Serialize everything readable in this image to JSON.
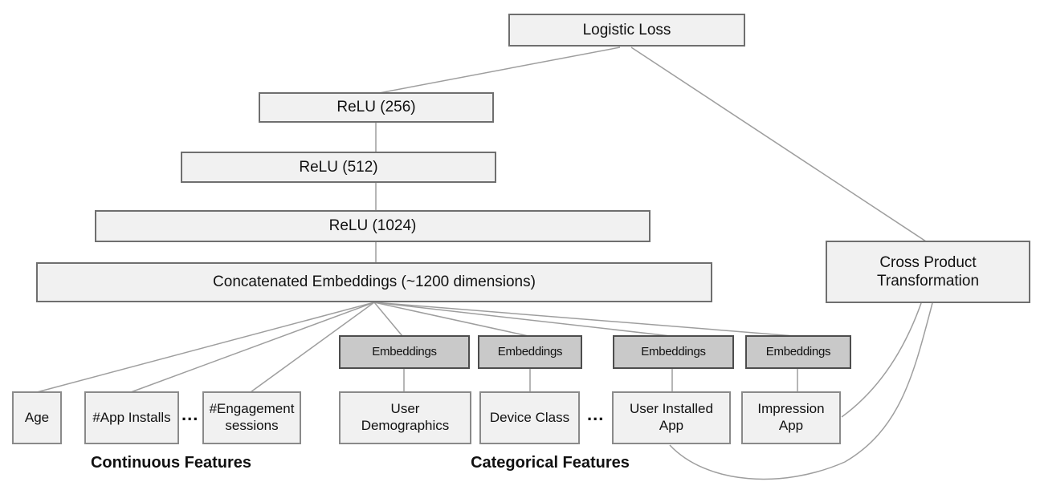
{
  "deep_stack": {
    "logistic_loss": "Logistic Loss",
    "relu_256": "ReLU (256)",
    "relu_512": "ReLU (512)",
    "relu_1024": "ReLU (1024)",
    "concatenated_embeddings": "Concatenated Embeddings (~1200 dimensions)"
  },
  "wide_component": {
    "cross_product": "Cross Product Transformation"
  },
  "embedding_boxes": [
    {
      "label": "Embeddings"
    },
    {
      "label": "Embeddings"
    },
    {
      "label": "Embeddings"
    },
    {
      "label": "Embeddings"
    }
  ],
  "continuous_features": [
    {
      "label": "Age"
    },
    {
      "label": "#App Installs"
    },
    {
      "label": "#Engagement sessions"
    }
  ],
  "categorical_features": [
    {
      "label": "User Demographics"
    },
    {
      "label": "Device Class"
    },
    {
      "label": "User Installed App"
    },
    {
      "label": "Impression App"
    }
  ],
  "ellipsis": {
    "continuous": "...",
    "categorical": "..."
  },
  "group_labels": {
    "continuous": "Continuous Features",
    "categorical": "Categorical Features"
  },
  "colors": {
    "box_fill": "#f1f1f1",
    "box_border": "#6f6f6f",
    "leaf_border": "#8a8a8a",
    "embedding_fill": "#c9c9c9",
    "embedding_border": "#4d4d4d",
    "connector": "#9e9e9e",
    "text": "#111111",
    "background": "#ffffff"
  }
}
